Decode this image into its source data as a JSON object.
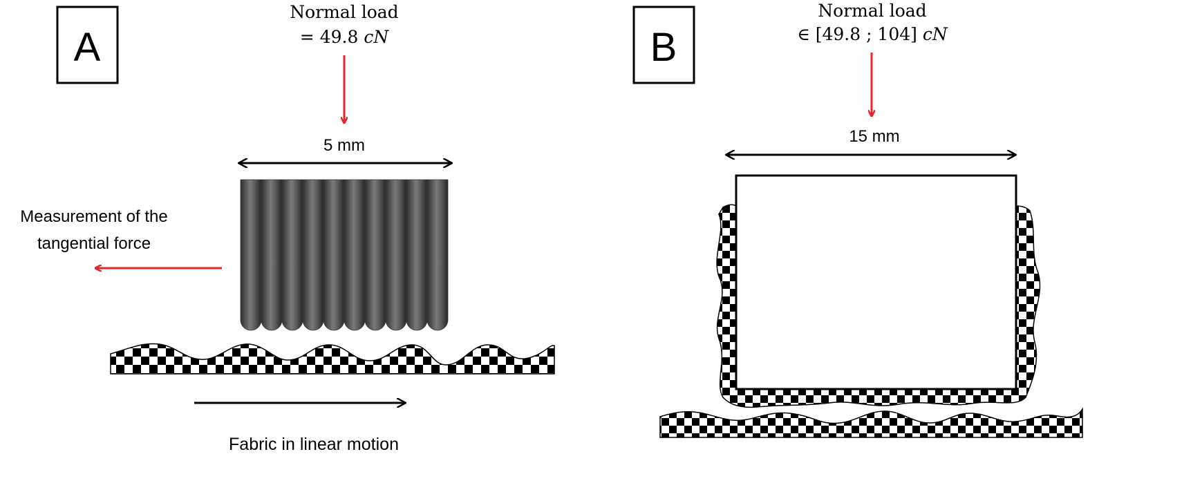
{
  "panel_a": {
    "label": "A",
    "normal_load_title": "Normal load",
    "normal_load_value_prefix": "= 49.8 ",
    "normal_load_unit": "cN",
    "width_label": "5 mm",
    "tangential_label_line1": "Measurement of the",
    "tangential_label_line2": "tangential force",
    "motion_label": "Fabric in linear motion"
  },
  "panel_b": {
    "label": "B",
    "normal_load_title": "Normal load",
    "normal_load_value_prefix": "∈ [49.8 ; 104] ",
    "normal_load_unit": "cN",
    "width_label": "15 mm"
  },
  "colors": {
    "load_arrow": "#e8252a",
    "tangential_arrow": "#e8252a",
    "dimension_arrow": "#000000",
    "probe": "#555555",
    "fabric_checker_dark": "#000000",
    "fabric_checker_light": "#ffffff"
  }
}
